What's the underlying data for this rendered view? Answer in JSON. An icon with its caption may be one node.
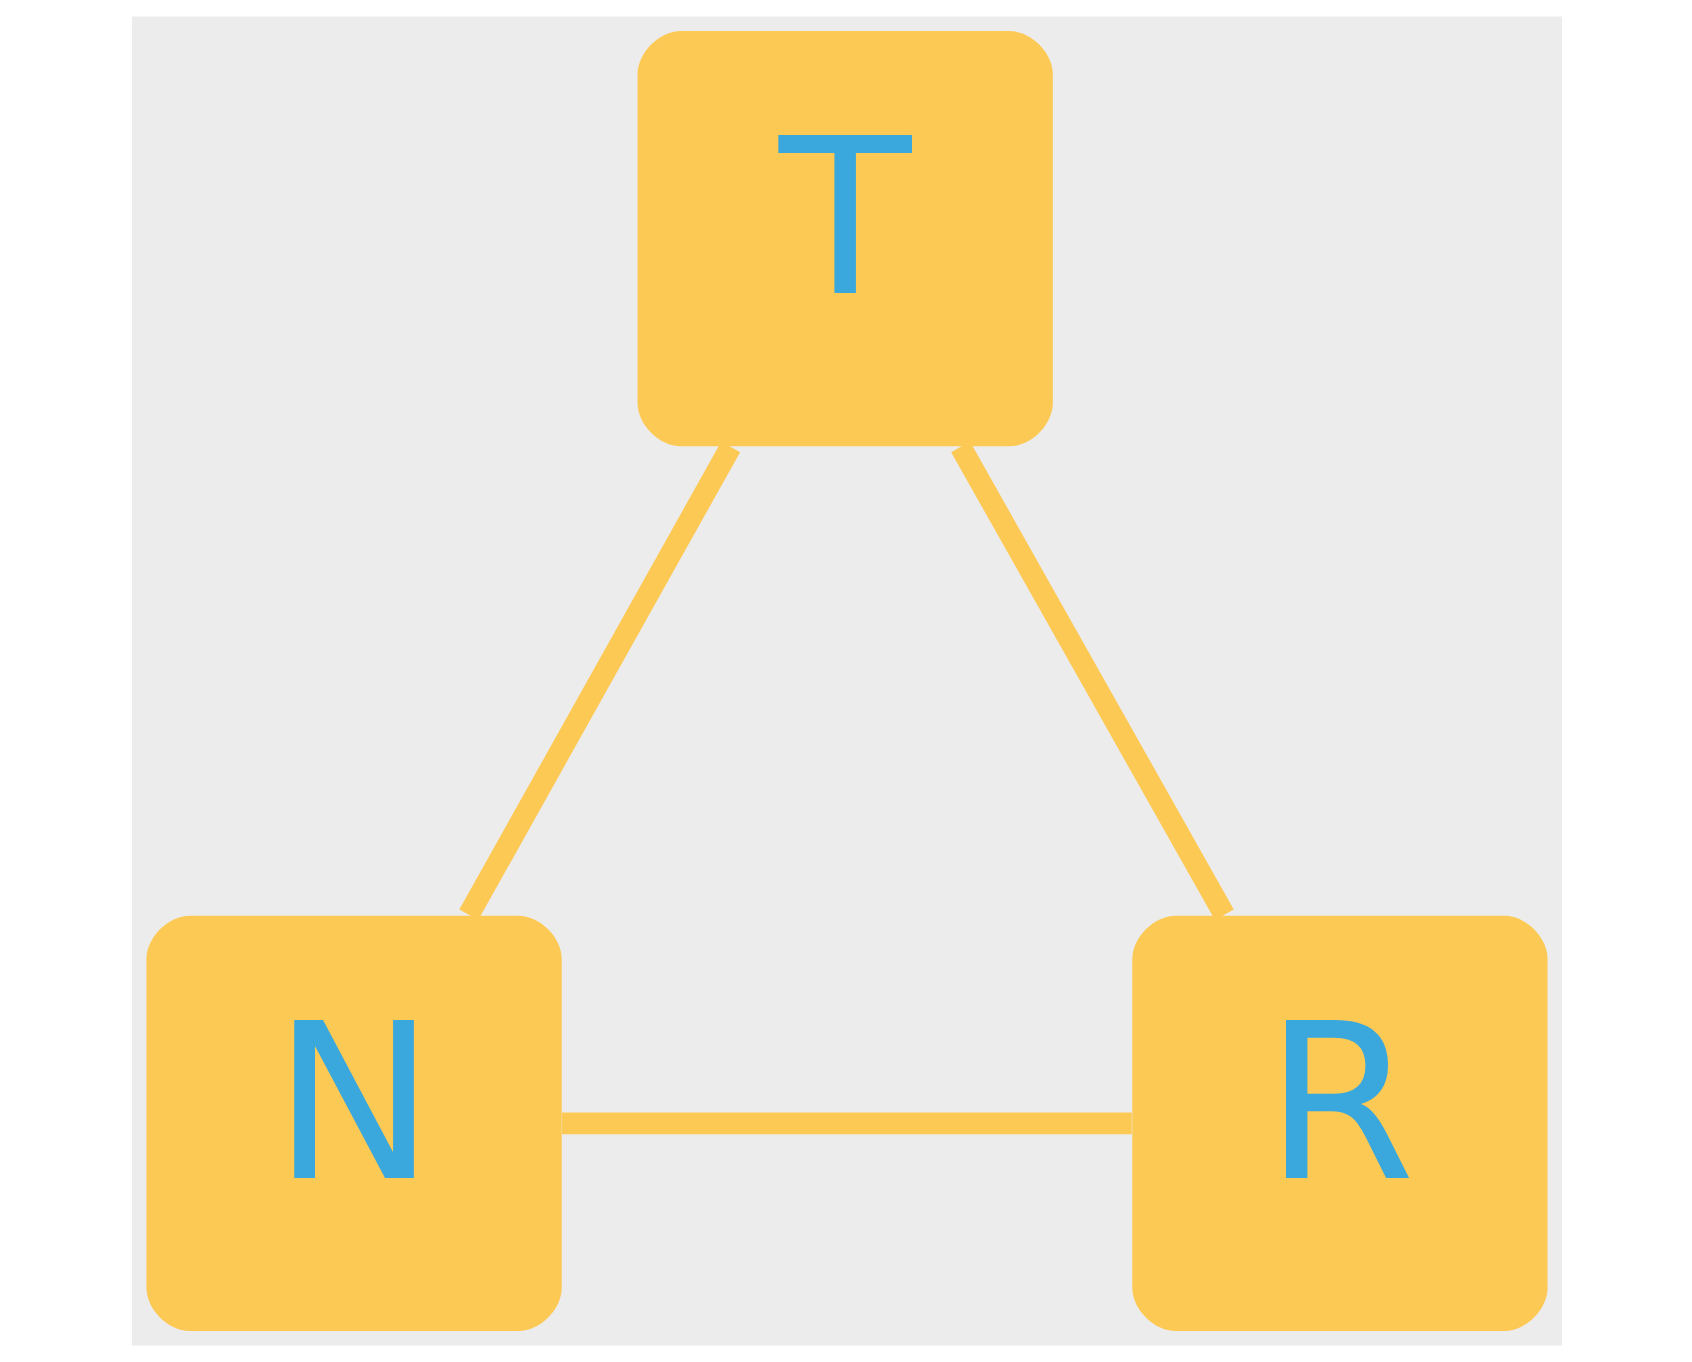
{
  "diagram": {
    "nodes": [
      {
        "text": [
          "T"
        ]
      },
      {
        "text": [
          "N"
        ]
      },
      {
        "text": [
          "R"
        ]
      }
    ],
    "edges": [
      {
        "from": 0,
        "to": 1,
        "arrow": "none"
      },
      {
        "from": 0,
        "to": 2,
        "arrow": "none"
      },
      {
        "from": 1,
        "to": 2,
        "arrow": "none"
      }
    ]
  }
}
